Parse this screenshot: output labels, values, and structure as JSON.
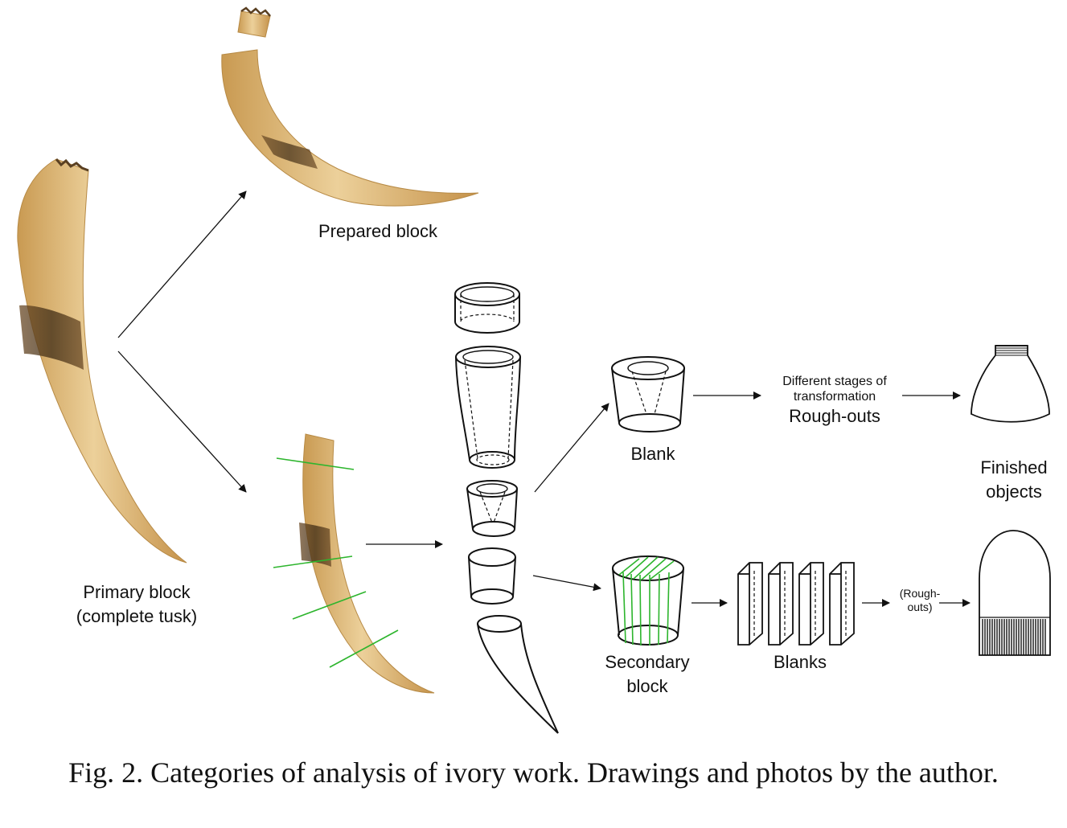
{
  "labels": {
    "prepared_block": "Prepared block",
    "primary_block_line1": "Primary block",
    "primary_block_line2": "(complete tusk)",
    "blank": "Blank",
    "stages_line1": "Different stages of",
    "stages_line2": "transformation",
    "rough_outs": "Rough-outs",
    "finished_line1": "Finished",
    "finished_line2": "objects",
    "secondary_line1": "Secondary",
    "secondary_line2": "block",
    "blanks": "Blanks",
    "rough_small_line1": "(Rough-",
    "rough_small_line2": "outs)"
  },
  "caption": "Fig. 2. Categories of analysis of ivory work. Drawings and photos by the author.",
  "colors": {
    "ivory_light": "#e8c98f",
    "ivory_mid": "#d2a866",
    "ivory_dark": "#5a4022",
    "cut_line": "#2db52d",
    "ink": "#111111"
  }
}
